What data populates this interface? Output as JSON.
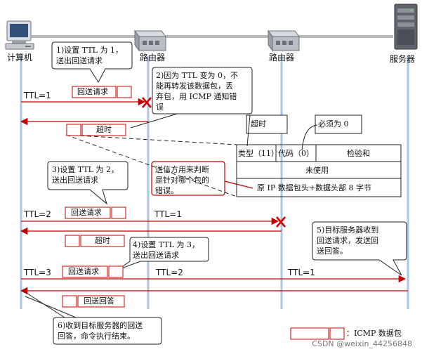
{
  "nodes": {
    "computer": "计算机",
    "router1": "路由器",
    "router2": "路由器",
    "server": "服务器"
  },
  "callouts": {
    "step1_line1": "1)设置 TTL 为 1，",
    "step1_line2": "送出回送请求",
    "step2_line1": "2)因为 TTL 变为 0，不",
    "step2_line2": "能再转发该数据包，丢",
    "step2_line3": "弃包，用 ICMP 通知错",
    "step2_line4": "误",
    "step3_line1": "3)设置 TTL 为 2，",
    "step3_line2": "送出回送请求",
    "step4_line1": "4)设置 TTL 为 3，",
    "step4_line2": "送出回送请求",
    "step5_line1": "5)目标服务器收到",
    "step5_line2": "回送请求，发送回",
    "step5_line3": "送回答。",
    "step6_line1": "6)收到目标服务器的回送",
    "step6_line2": "回答，命令执行结束。",
    "judge_line1": "送信方用来判断",
    "judge_line2": "是针对哪个包的",
    "judge_line3": "错误。"
  },
  "ttl": {
    "r1_a": "TTL=1",
    "r2_a": "TTL=2",
    "r2_b": "TTL=1",
    "r3_a": "TTL=3",
    "r3_b": "TTL=2",
    "r3_c": "TTL=1"
  },
  "packets": {
    "echo_request": "回送请求",
    "timeout": "超时",
    "echo_reply": "回送回答"
  },
  "icmp": {
    "label_timeout": "超时",
    "label_must_zero": "必须为 0",
    "type": "类型（11）",
    "code": "代码（0）",
    "checksum": "检验和",
    "unused": "未使用",
    "original_header": "原 IP 数据包头+数据头部 8 字节"
  },
  "legend": {
    "label": "：ICMP 数据包"
  },
  "watermark": "CSDN @weixin_44256848",
  "colors": {
    "arrow": "#c00000",
    "lifeline": "#a9c7e8",
    "topline": "#b8b8b8",
    "error_x": "#d40000"
  }
}
